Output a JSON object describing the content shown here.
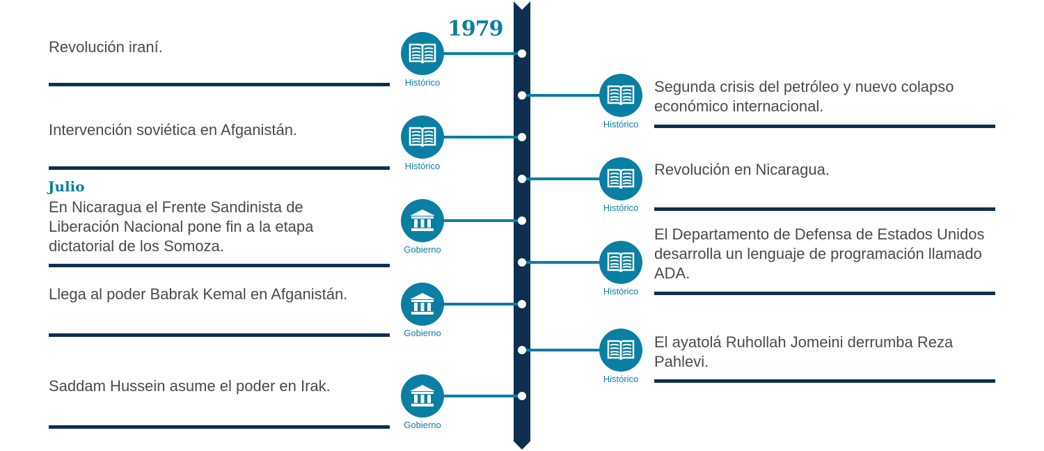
{
  "year": "1979",
  "colors": {
    "accent": "#0a7fa3",
    "navy": "#0c2f52",
    "text": "#4a4a4a"
  },
  "left": [
    {
      "text": "Revolución iraní.",
      "category": "Histórico",
      "icon": "book-icon"
    },
    {
      "text": "Intervención soviética en Afganistán.",
      "category": "Histórico",
      "icon": "book-icon"
    },
    {
      "month": "Julio",
      "text": "En Nicaragua el Frente Sandinista de Liberación Nacional pone fin a la etapa dictatorial de los Somoza.",
      "category": "Gobierno",
      "icon": "government-building-icon"
    },
    {
      "text": "Llega al poder Babrak Kemal en Afganistán.",
      "category": "Gobierno",
      "icon": "government-building-icon"
    },
    {
      "text": "Saddam Hussein asume el poder en Irak.",
      "category": "Gobierno",
      "icon": "government-building-icon"
    }
  ],
  "right": [
    {
      "text": "Segunda crisis del petróleo y nuevo colapso económico internacional.",
      "category": "Histórico",
      "icon": "book-icon"
    },
    {
      "text": "Revolución en Nicaragua.",
      "category": "Histórico",
      "icon": "book-icon"
    },
    {
      "text": "El Departamento de Defensa de Estados Unidos desarrolla un lenguaje de programación llamado ADA.",
      "category": "Histórico",
      "icon": "book-icon"
    },
    {
      "text": "El ayatolá Ruhollah Jomeini derrumba Reza Pahlevi.",
      "category": "Histórico",
      "icon": "book-icon"
    }
  ]
}
